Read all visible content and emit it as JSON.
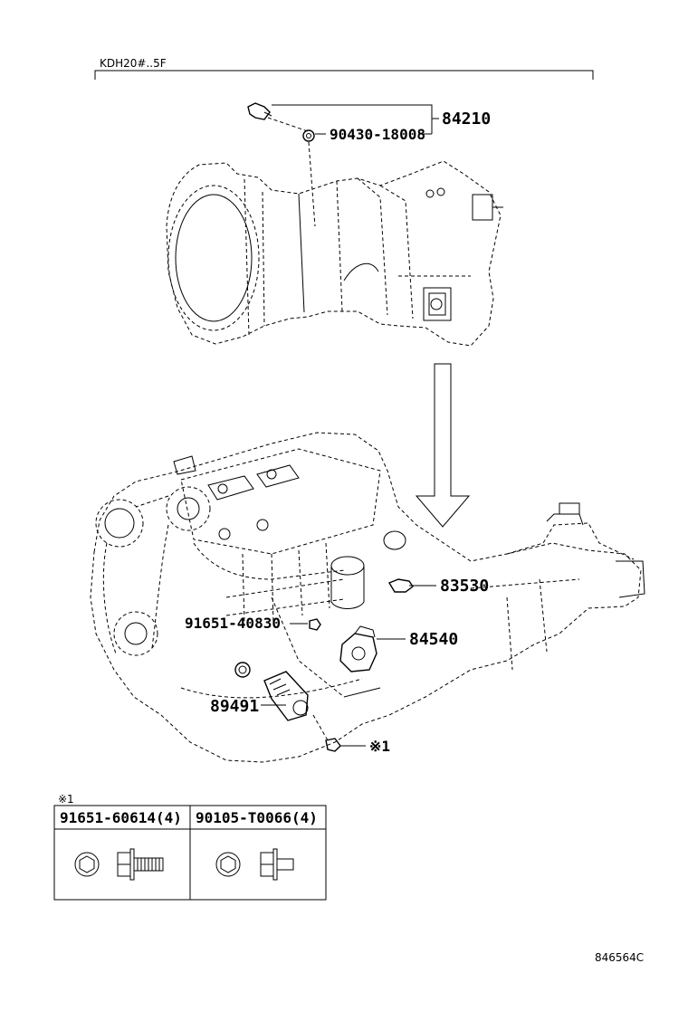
{
  "header": {
    "model_code": "KDH20#..5F"
  },
  "callouts": {
    "part_84210": "84210",
    "part_90430": "90430-18008",
    "part_83530": "83530",
    "part_91651_40830": "91651-40830",
    "part_84540": "84540",
    "part_89491": "89491",
    "ref_mark": "※1"
  },
  "fastener_table": {
    "ref_mark": "※1",
    "columns": [
      {
        "label": "91651-60614(4)"
      },
      {
        "label": "90105-T0066(4)"
      }
    ]
  },
  "footer": {
    "illustration_id": "846564C"
  }
}
